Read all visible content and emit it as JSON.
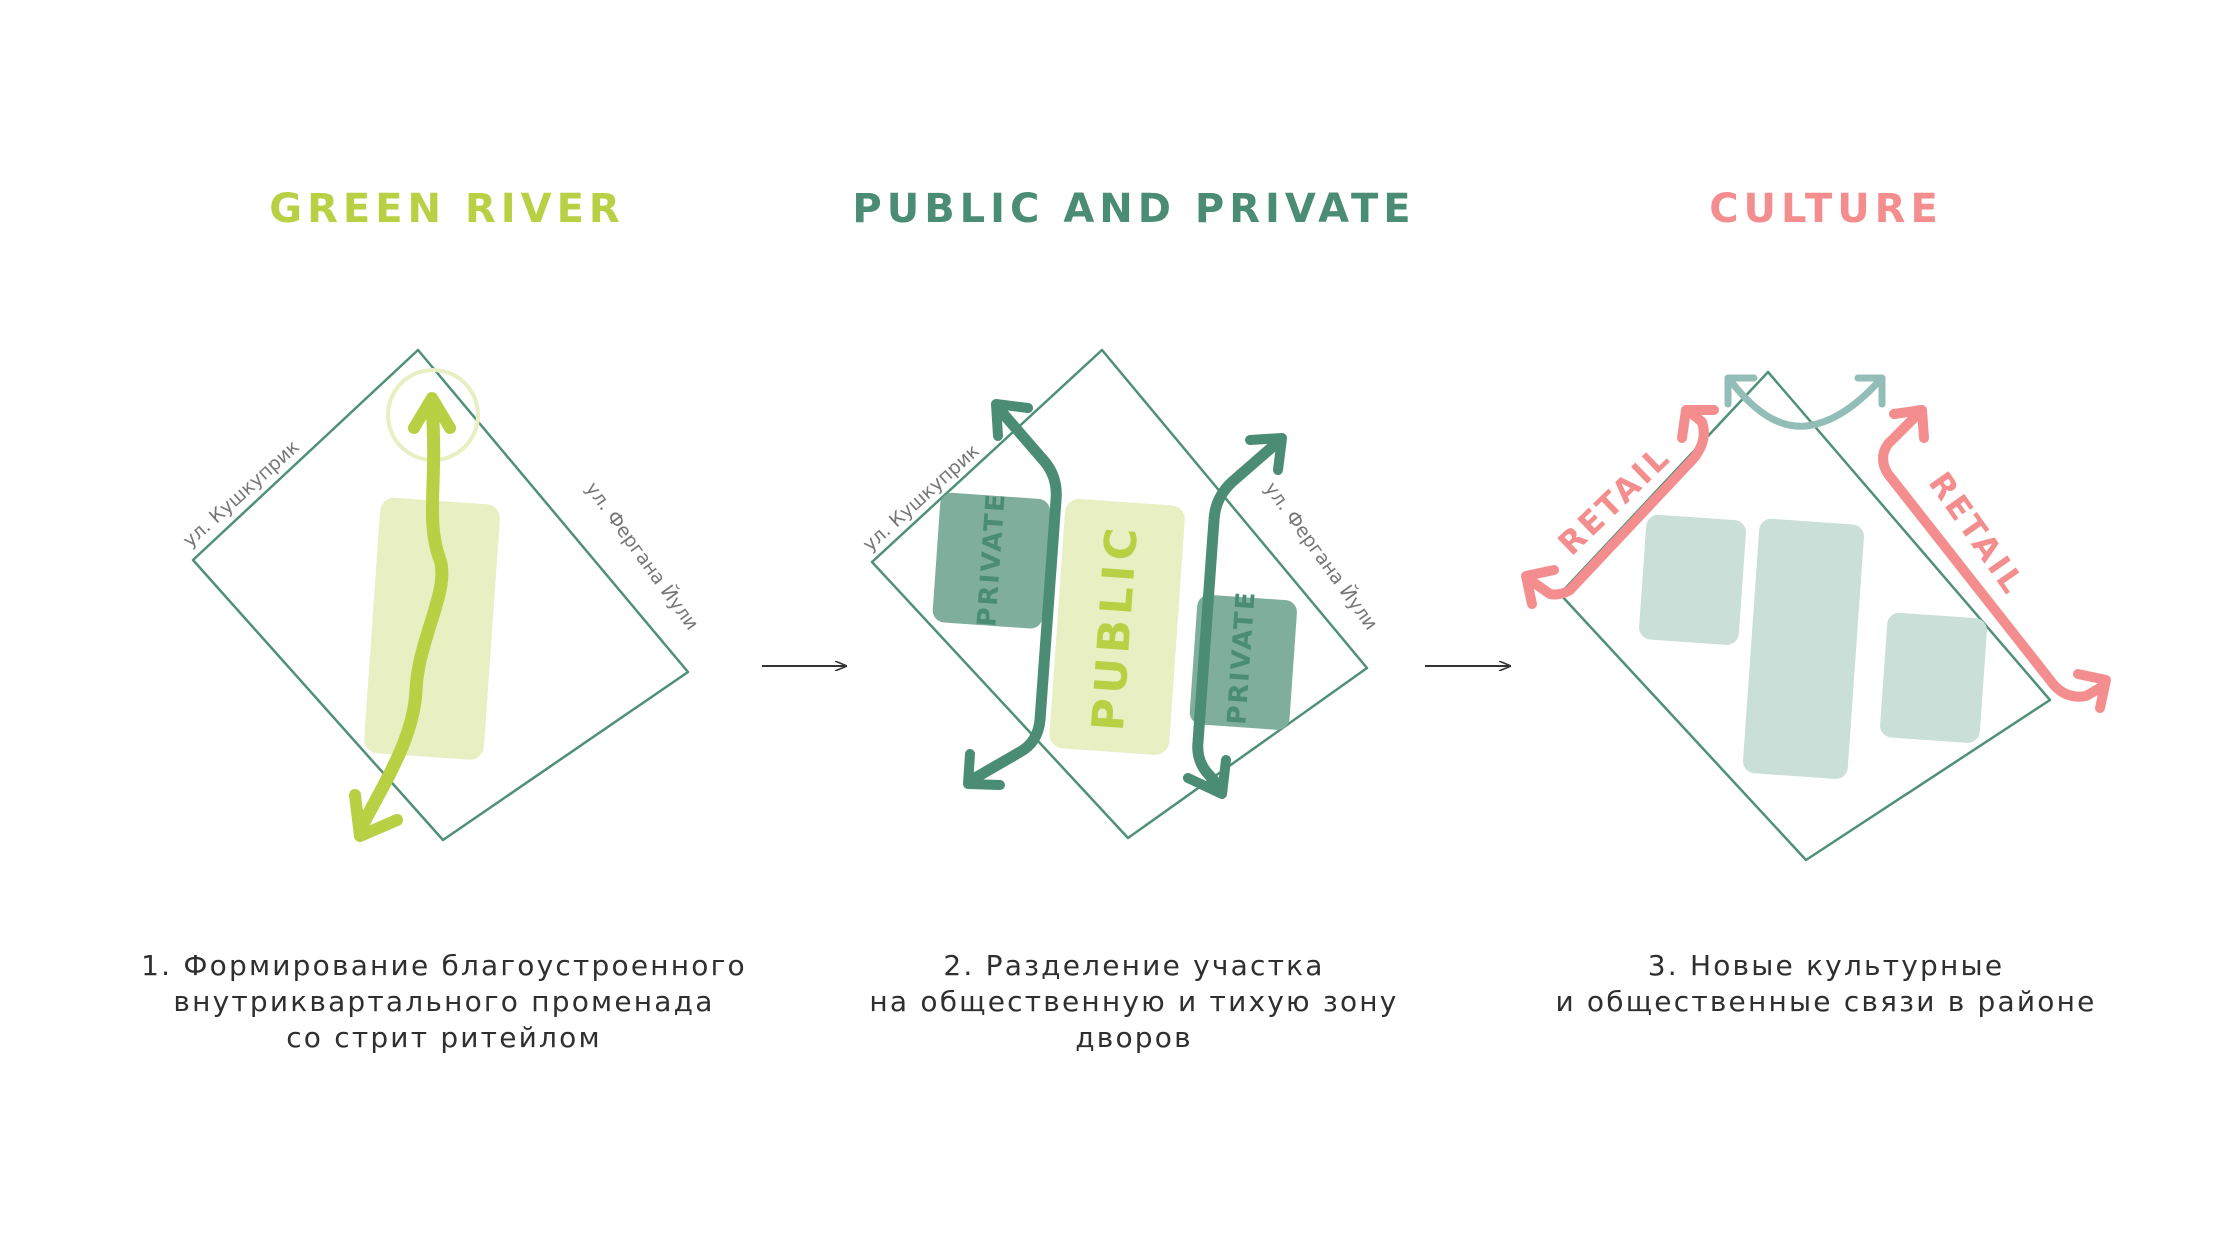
{
  "colors": {
    "lime": "#b8d044",
    "lime_light": "#e7efc3",
    "teal": "#4b8c74",
    "teal_block": "#7fae9d",
    "sage_block": "#c9dfd8",
    "sage_arrow": "#93bdb7",
    "coral": "#f48d8d",
    "outline": "#4f9077",
    "street": "#777777",
    "connector": "#333333"
  },
  "panels": [
    {
      "title": "GREEN RIVER",
      "streets": {
        "left": "ул. Кушкуприк",
        "right": "ул. Фергана Йули"
      },
      "caption": [
        "1. Формирование благоустроенного",
        "внутриквартального променада",
        "со стрит ритейлом"
      ]
    },
    {
      "title": "PUBLIC AND PRIVATE",
      "streets": {
        "left": "ул. Кушкуприк",
        "right": "ул. Фергана Йули"
      },
      "labels": {
        "private_left": "PRIVATE",
        "public": "PUBLIC",
        "private_right": "PRIVATE"
      },
      "caption": [
        "2. Разделение участка",
        "на общественную и тихую зону",
        "дворов"
      ]
    },
    {
      "title": "CULTURE",
      "labels": {
        "retail_left": "RETAIL",
        "retail_right": "RETAIL"
      },
      "caption": [
        "3. Новые культурные",
        "и общественные связи в районе"
      ]
    }
  ]
}
